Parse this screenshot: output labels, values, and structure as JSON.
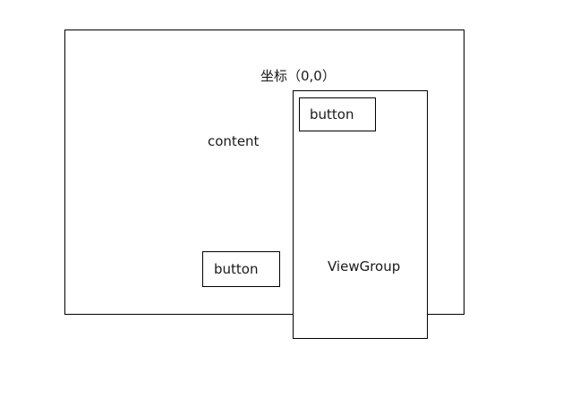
{
  "diagram": {
    "background_color": "#ffffff",
    "stroke_color": "#000000",
    "text_color": "#1a1a1a",
    "content_frame": {
      "label": "content"
    },
    "viewgroup_frame": {
      "label": "ViewGroup"
    },
    "coordinate_annotation": {
      "text": "坐标（0,0）"
    },
    "viewgroup_button": {
      "label": "button"
    },
    "content_button": {
      "label": "button"
    }
  }
}
